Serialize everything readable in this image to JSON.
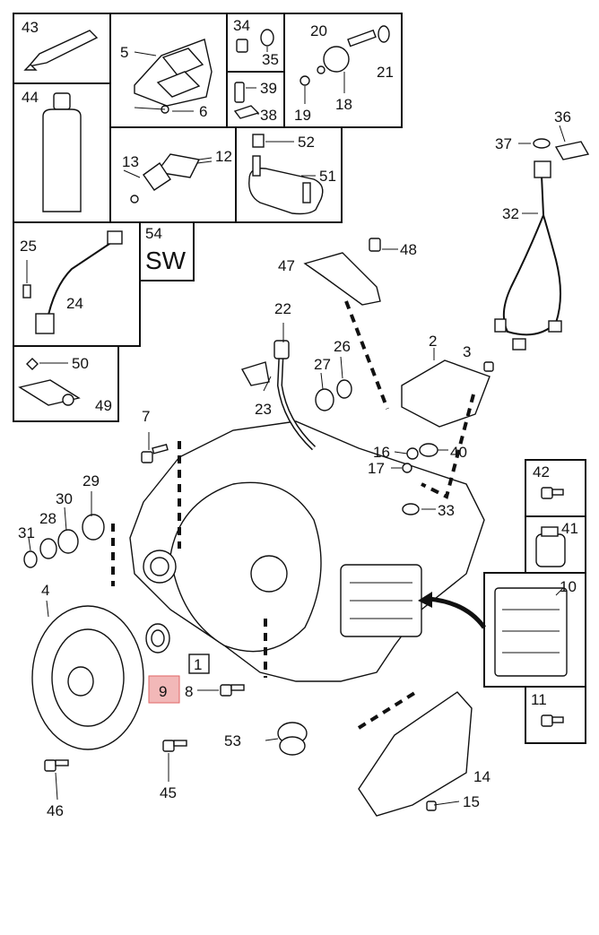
{
  "diagram": {
    "highlight_color": "#e06666",
    "labels": {
      "p1": "1",
      "p2": "2",
      "p3": "3",
      "p4": "4",
      "p5": "5",
      "p6": "6",
      "p7": "7",
      "p8": "8",
      "p9": "9",
      "p10": "10",
      "p11": "11",
      "p12": "12",
      "p13": "13",
      "p14": "14",
      "p15": "15",
      "p16": "16",
      "p17": "17",
      "p18": "18",
      "p19": "19",
      "p20": "20",
      "p21": "21",
      "p22": "22",
      "p23": "23",
      "p24": "24",
      "p25": "25",
      "p26": "26",
      "p27": "27",
      "p28": "28",
      "p29": "29",
      "p30": "30",
      "p31": "31",
      "p32": "32",
      "p33": "33",
      "p34": "34",
      "p35": "35",
      "p36": "36",
      "p37": "37",
      "p38": "38",
      "p39": "39",
      "p40": "40",
      "p41": "41",
      "p42": "42",
      "p43": "43",
      "p44": "44",
      "p45": "45",
      "p46": "46",
      "p47": "47",
      "p48": "48",
      "p49": "49",
      "p50": "50",
      "p51": "51",
      "p52": "52",
      "p53": "53",
      "p54": "54"
    },
    "sw_label": "SW",
    "highlighted_part": "9"
  }
}
